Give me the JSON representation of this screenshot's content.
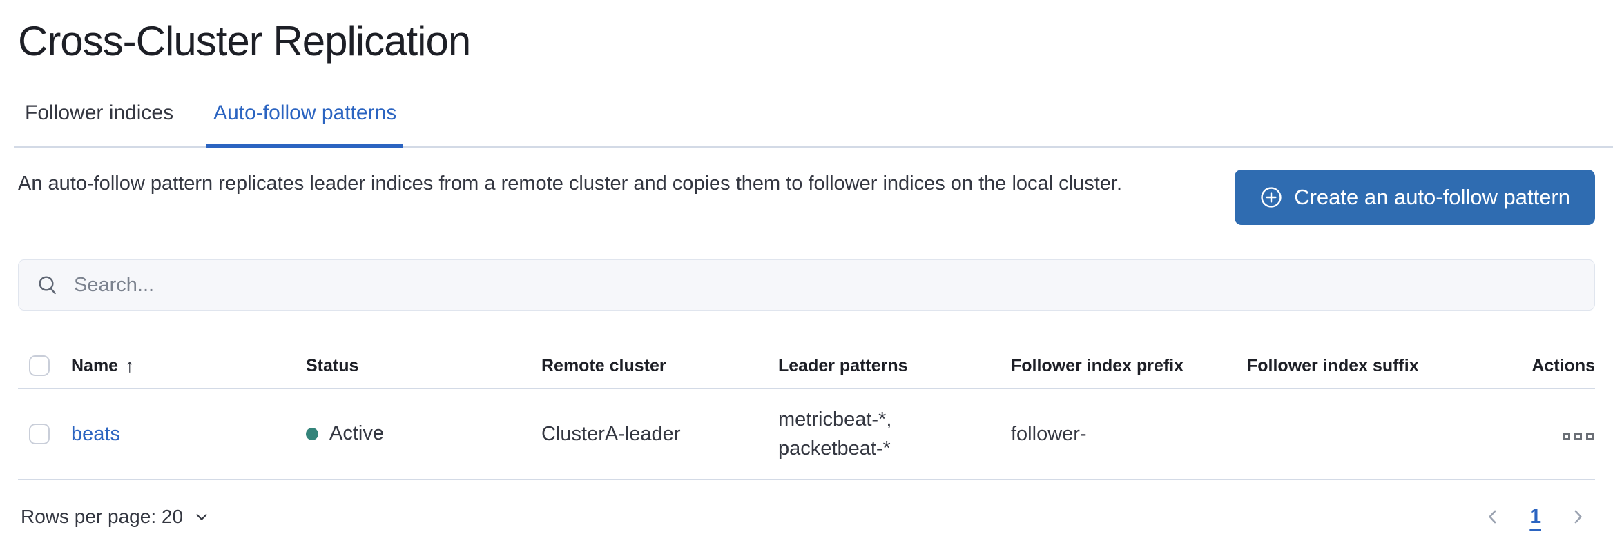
{
  "page": {
    "title": "Cross-Cluster Replication"
  },
  "tabs": {
    "items": [
      {
        "label": "Follower indices",
        "active": false
      },
      {
        "label": "Auto-follow patterns",
        "active": true
      }
    ]
  },
  "intro": {
    "text": "An auto-follow pattern replicates leader indices from a remote cluster and copies them to follower indices on the local cluster."
  },
  "toolbar": {
    "create_button_label": "Create an auto-follow pattern"
  },
  "search": {
    "placeholder": "Search..."
  },
  "table": {
    "headers": {
      "name": "Name",
      "status": "Status",
      "remote_cluster": "Remote cluster",
      "leader_patterns": "Leader patterns",
      "follower_index_prefix": "Follower index prefix",
      "follower_index_suffix": "Follower index suffix",
      "actions": "Actions"
    },
    "sort": {
      "column": "Name",
      "direction": "ascending",
      "arrow": "↑"
    },
    "rows": [
      {
        "name": "beats",
        "status": "Active",
        "remote_cluster": "ClusterA-leader",
        "leader_patterns": "metricbeat-*, packetbeat-*",
        "follower_index_prefix": "follower-",
        "follower_index_suffix": ""
      }
    ]
  },
  "pagination": {
    "rows_per_page": "Rows per page: 20",
    "current_page": "1"
  },
  "colors": {
    "link_blue": "#2b64c1",
    "button_blue": "#2f6cb1",
    "status_active_dot": "#34847a",
    "divider": "#d3dae6"
  }
}
